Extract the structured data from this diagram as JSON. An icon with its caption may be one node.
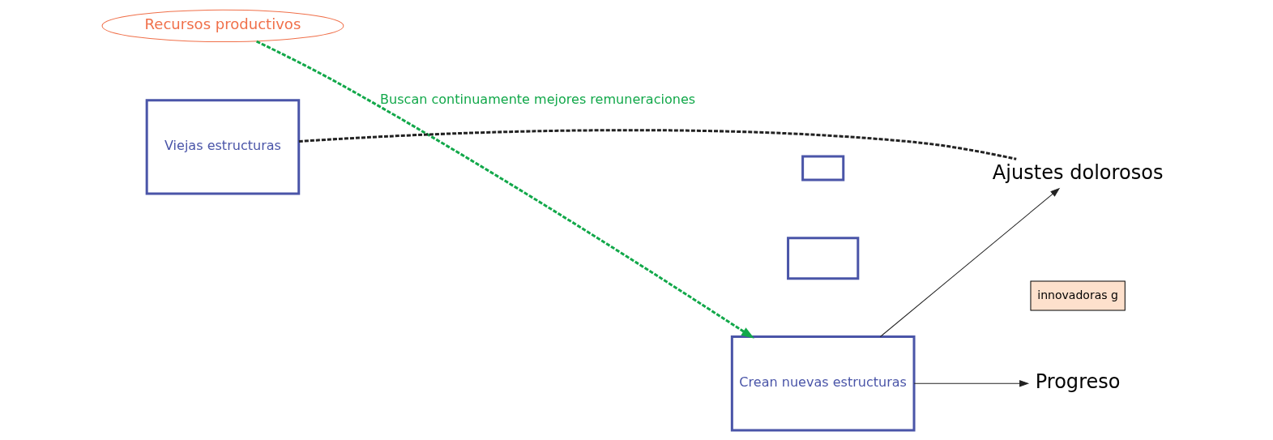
{
  "diagram": {
    "nodes": [
      {
        "text": [
          "Recursos productivos"
        ]
      },
      {
        "text": [],
        "shape": "box"
      },
      {
        "text": [],
        "shape": "box"
      },
      {
        "text": [
          "Crean nuevas estructuras"
        ]
      },
      {
        "text": [
          "Progreso"
        ]
      },
      {
        "text": [
          "Viejas estructuras"
        ]
      },
      {
        "text": [
          "Ajustes dolorosos"
        ]
      },
      {
        "text": [
          "innovadoras g"
        ]
      }
    ],
    "edges": [
      {
        "from": 0,
        "to": 3,
        "arrow": "to",
        "label": "Buscan continuamente mejores remuneraciones",
        "style": "dashed",
        "color": "#12a84a"
      },
      {
        "from": 3,
        "to": 4,
        "arrow": "to"
      },
      {
        "from": 3,
        "to": 6,
        "arrow": "to"
      },
      {
        "from": 5,
        "to": 6,
        "arrow": "none",
        "style": "dashed"
      }
    ]
  }
}
